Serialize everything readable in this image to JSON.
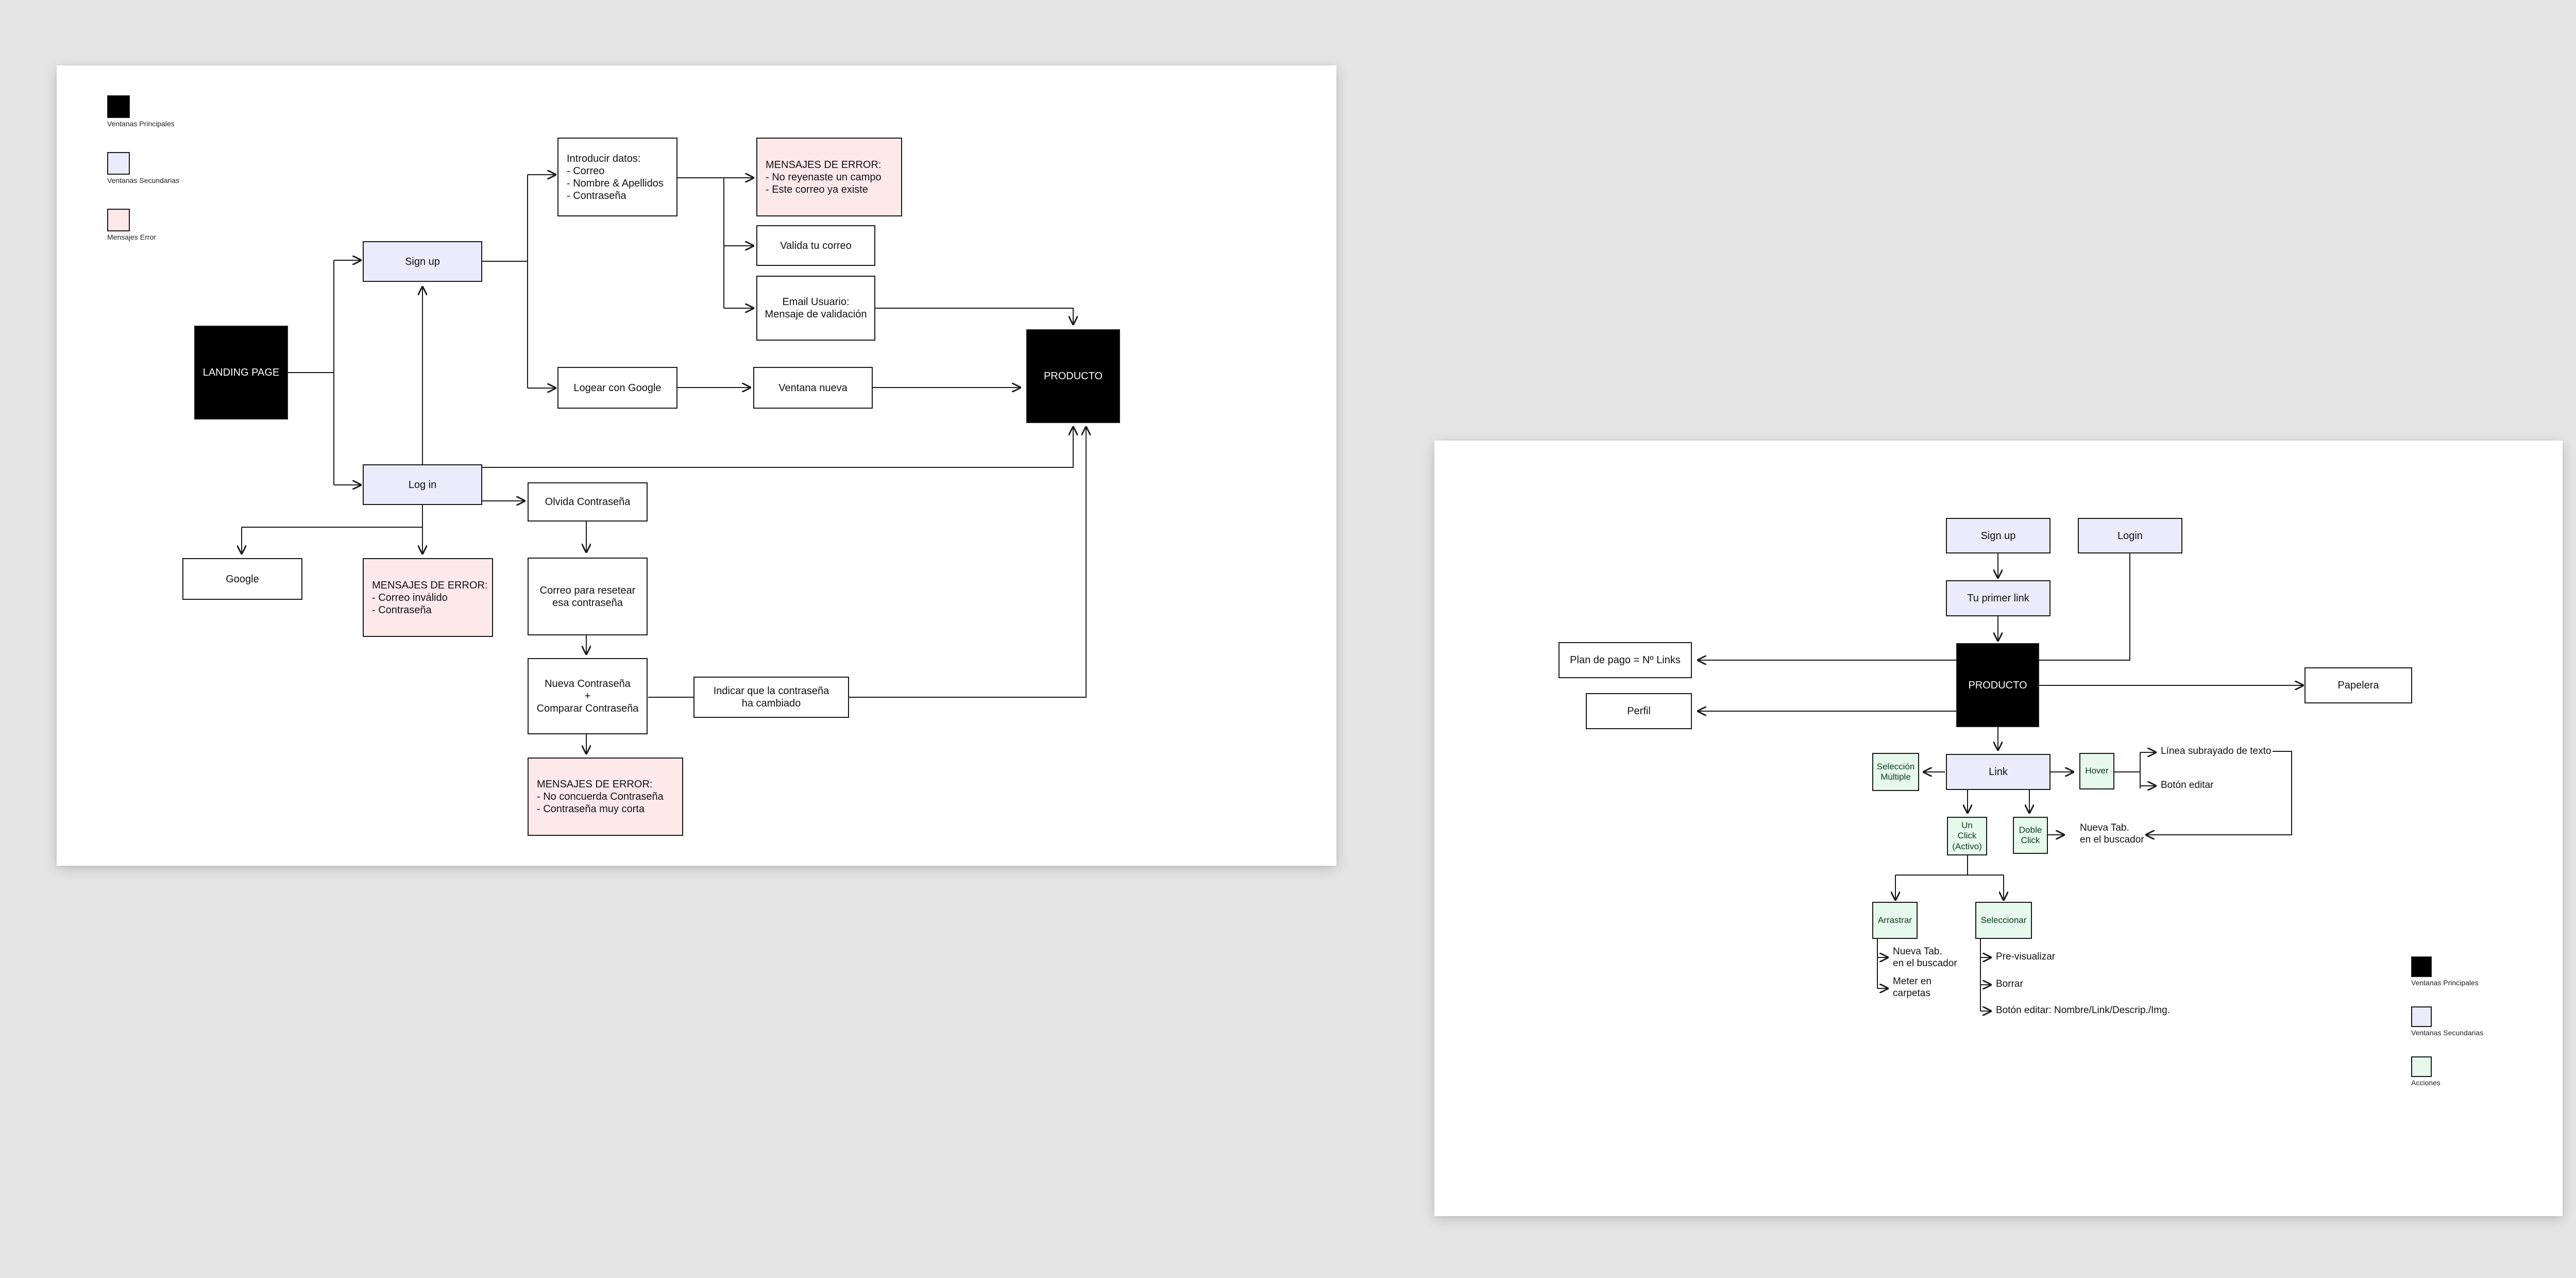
{
  "colors": {
    "main": "#000000",
    "secondary": "#ecebfb",
    "error": "#fde9ea",
    "action": "#e7f8ec",
    "line": "#1a1a1a"
  },
  "board1": {
    "legend": [
      "Ventanas Principales",
      "Ventanas Secundarias",
      "Mensajes Error"
    ],
    "nodes": {
      "landing": "LANDING PAGE",
      "signup": "Sign up",
      "login": "Log in",
      "intro": "Introducir datos:\n- Correo\n- Nombre & Apellidos\n- Contraseña",
      "err1": "MENSAJES DE ERROR:\n- No reyenaste un campo\n- Este correo ya existe",
      "valida": "Valida tu correo",
      "email": "Email Usuario:\nMensaje de validación",
      "google_login": "Logear con Google",
      "ventana": "Ventana nueva",
      "producto": "PRODUCTO",
      "google": "Google",
      "err2": "MENSAJES DE ERROR:\n- Correo inválido\n- Contraseña",
      "olvida": "Olvida Contraseña",
      "correo_reset": "Correo para resetear\nesa contraseña",
      "nueva": "Nueva Contraseña\n+\nComparar Contraseña",
      "indicar": "Indicar que la contraseña\nha cambiado",
      "err3": "MENSAJES DE ERROR:\n- No concuerda Contraseña\n- Contraseña muy corta"
    }
  },
  "board2": {
    "legend": [
      "Ventanas Principales",
      "Ventanas Secundarias",
      "Acciones"
    ],
    "nodes": {
      "signup": "Sign up",
      "login": "Login",
      "primer": "Tu primer link",
      "plan": "Plan de pago = Nº Links",
      "perfil": "Perfil",
      "producto": "PRODUCTO",
      "papelera": "Papelera",
      "link": "Link",
      "seleccion": "Selección\nMúltiple",
      "hover": "Hover",
      "unclick": "Un\nClick\n(Activo)",
      "doble": "Doble\nClick",
      "arrastrar": "Arrastrar",
      "seleccionar": "Seleccionar"
    },
    "labels": {
      "subrayado": "Línea subrayado de texto",
      "boton_editar": "Botón editar",
      "nueva_tab": "Nueva Tab.\nen el buscador",
      "arr_tab": "Nueva Tab.\nen el buscador",
      "meter": "Meter en\ncarpetas",
      "previsualizar": "Pre-visualizar",
      "borrar": "Borrar",
      "boton_editar2": "Botón editar: Nombre/Link/Descrip./Img."
    }
  }
}
